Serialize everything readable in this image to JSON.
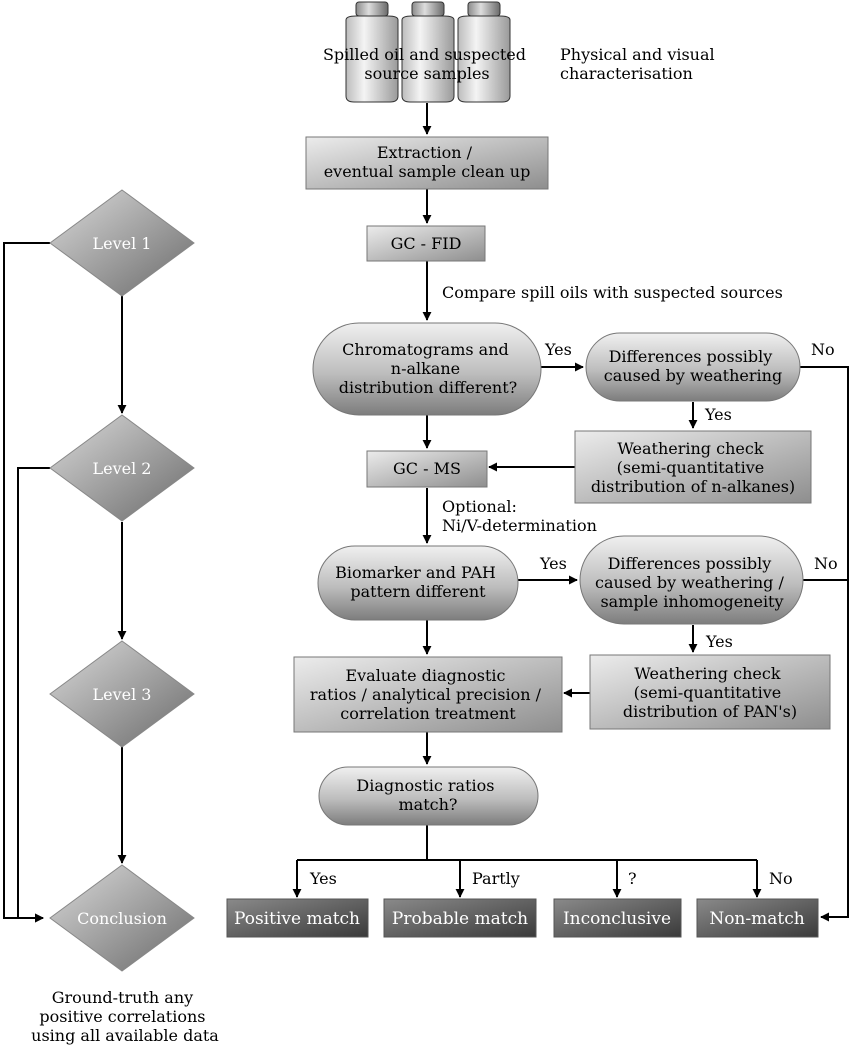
{
  "samples": {
    "label": [
      "Spilled oil and suspected",
      "source samples"
    ],
    "side_note": [
      "Physical and visual",
      "characterisation"
    ]
  },
  "levels": [
    "Level 1",
    "Level 2",
    "Level 3",
    "Conclusion"
  ],
  "conclusion_note": [
    "Ground-truth any",
    "positive correlations",
    "using all available data"
  ],
  "steps": {
    "extraction": [
      "Extraction /",
      "eventual sample clean up"
    ],
    "gc_fid": "GC - FID",
    "compare_note": "Compare spill oils with suspected sources",
    "chromatograms_decision": [
      "Chromatograms and",
      "n-alkane",
      "distribution different?"
    ],
    "weathering_decision_1": [
      "Differences possibly",
      "caused by weathering"
    ],
    "weathering_check_1": [
      "Weathering check",
      "(semi-quantitative",
      "distribution of n-alkanes)"
    ],
    "gc_ms": "GC - MS",
    "optional_note": [
      "Optional:",
      "Ni/V-determination"
    ],
    "biomarker_decision": [
      "Biomarker and PAH",
      "pattern different"
    ],
    "weathering_decision_2": [
      "Differences possibly",
      "caused by weathering /",
      "sample inhomogeneity"
    ],
    "weathering_check_2": [
      "Weathering check",
      "(semi-quantitative",
      "distribution of PAN's)"
    ],
    "evaluate": [
      "Evaluate diagnostic",
      "ratios / analytical precision /",
      "correlation treatment"
    ],
    "ratios_decision": [
      "Diagnostic ratios",
      "match?"
    ]
  },
  "edge_labels": {
    "yes_1": "Yes",
    "no_1": "No",
    "yes_2": "Yes",
    "yes_3": "Yes",
    "no_2": "No",
    "yes_4": "Yes",
    "out_yes": "Yes",
    "out_partly": "Partly",
    "out_unknown": "?",
    "out_no": "No"
  },
  "outcomes": [
    "Positive match",
    "Probable match",
    "Inconclusive",
    "Non-match"
  ],
  "colors": {
    "box_light": "#e6e6e6",
    "box_dark": "#8c8c8c",
    "outcome_light": "#8a8a8a",
    "outcome_dark": "#3c3c3c",
    "diamond_light": "#d2d2d2",
    "diamond_dark": "#6e6e6e"
  }
}
